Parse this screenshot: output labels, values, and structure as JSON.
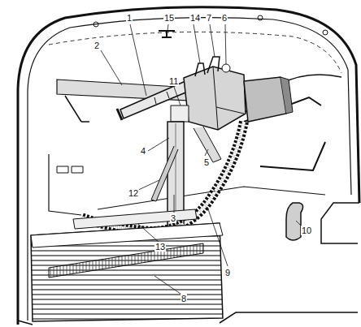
{
  "diagram": {
    "labels": [
      "1",
      "15",
      "14",
      "7",
      "6",
      "11",
      "2",
      "4",
      "5",
      "12",
      "3",
      "10",
      "13",
      "9",
      "8"
    ]
  }
}
